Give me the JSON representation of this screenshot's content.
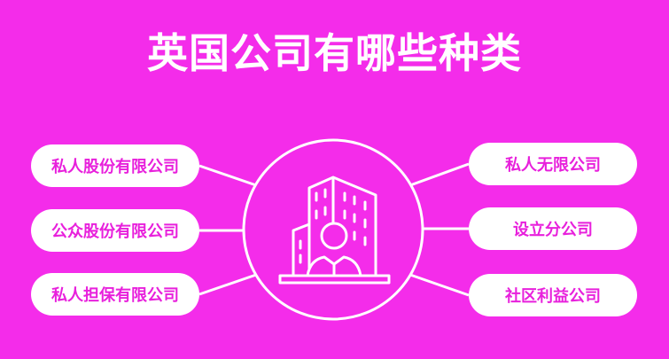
{
  "title": "英国公司有哪些种类",
  "center": {
    "icon": "office-building-person-icon"
  },
  "left_items": [
    {
      "label": "私人股份有限公司"
    },
    {
      "label": "公众股份有限公司"
    },
    {
      "label": "私人担保有限公司"
    }
  ],
  "right_items": [
    {
      "label": "私人无限公司"
    },
    {
      "label": "设立分公司"
    },
    {
      "label": "社区利益公司"
    }
  ],
  "colors": {
    "background": "#f42cea",
    "pill": "#ffffff",
    "pill_text": "#e820dc",
    "line": "#ffffff"
  }
}
